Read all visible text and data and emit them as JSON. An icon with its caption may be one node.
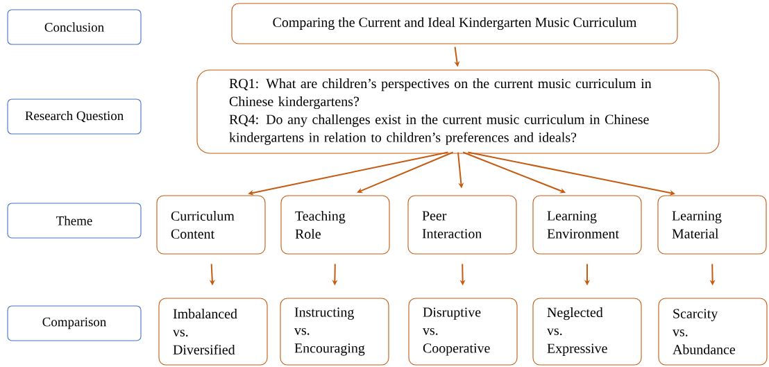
{
  "diagram": {
    "nodes": [
      {
        "text": [
          "Conclusion"
        ]
      },
      {
        "text": [
          "Comparing the Current and Ideal Kindergarten Music Curriculum"
        ]
      },
      {
        "text": [
          "Research Question"
        ]
      },
      {
        "text": [
          "RQ1: What are children’s perspectives on the current music curriculum in Chinese kindergartens?",
          "RQ4: Do any challenges exist in the current music curriculum in Chinese kindergartens in relation to children’s preferences and ideals?"
        ]
      },
      {
        "text": [
          "Theme"
        ]
      },
      {
        "text": [
          "Curriculum Content"
        ]
      },
      {
        "text": [
          "Teaching Role"
        ]
      },
      {
        "text": [
          "Peer Interaction"
        ]
      },
      {
        "text": [
          "Learning Environment"
        ]
      },
      {
        "text": [
          "Learning Material"
        ]
      },
      {
        "text": [
          "Comparison"
        ]
      },
      {
        "text": [
          "Imbalanced vs. Diversified"
        ]
      },
      {
        "text": [
          "Instructing vs. Encouraging"
        ]
      },
      {
        "text": [
          "Disruptive vs. Cooperative"
        ]
      },
      {
        "text": [
          "Neglected vs. Expressive"
        ]
      },
      {
        "text": [
          "Scarcity vs. Abundance"
        ]
      }
    ],
    "edges": [
      {
        "from": 1,
        "to": 3,
        "arrow": "to"
      },
      {
        "from": 3,
        "to": 5,
        "arrow": "to"
      },
      {
        "from": 3,
        "to": 6,
        "arrow": "to"
      },
      {
        "from": 3,
        "to": 7,
        "arrow": "to"
      },
      {
        "from": 3,
        "to": 8,
        "arrow": "to"
      },
      {
        "from": 3,
        "to": 9,
        "arrow": "to"
      },
      {
        "from": 5,
        "to": 11,
        "arrow": "to"
      },
      {
        "from": 6,
        "to": 12,
        "arrow": "to"
      },
      {
        "from": 7,
        "to": 13,
        "arrow": "to"
      },
      {
        "from": 8,
        "to": 14,
        "arrow": "to"
      },
      {
        "from": 9,
        "to": 15,
        "arrow": "to"
      }
    ]
  }
}
